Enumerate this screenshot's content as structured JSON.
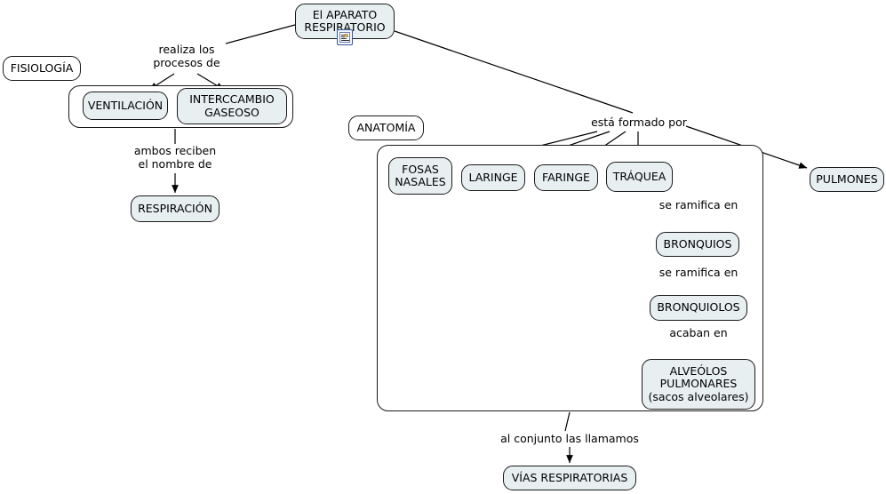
{
  "map": {
    "title": "El Aparato Respiratorio concept map",
    "background": "#ffffff",
    "node_fill": "#e7eff1",
    "plain_fill": "#ffffff",
    "stroke": "#1a1a1a"
  },
  "nodes": {
    "root": {
      "label": "El APARATO\nRESPIRATORIO"
    },
    "fisiologia": {
      "label": "FISIOLOGÍA"
    },
    "ventilacion": {
      "label": "VENTILACIÓN"
    },
    "intercambio": {
      "label": "INTERCCAMBIO\nGASEOSO"
    },
    "respiracion": {
      "label": "RESPIRACIÓN"
    },
    "anatomia": {
      "label": "ANATOMÍA"
    },
    "fosas_nasales": {
      "label": "FOSAS\nNASALES"
    },
    "laringe": {
      "label": "LARINGE"
    },
    "faringe": {
      "label": "FARINGE"
    },
    "traquea": {
      "label": "TRÁQUEA"
    },
    "pulmones": {
      "label": "PULMONES"
    },
    "bronquios": {
      "label": "BRONQUIOS"
    },
    "bronquiolos": {
      "label": "BRONQUIOLOS"
    },
    "alveolos": {
      "label": "ALVEÓLOS\nPULMONARES\n(sacos alveolares)"
    },
    "vias": {
      "label": "VÍAS RESPIRATORIAS"
    }
  },
  "link_labels": {
    "realiza": "realiza los\nprocesos de",
    "ambos": "ambos reciben\nel nombre de",
    "formado": "está formado por",
    "ramifica1": "se ramifica en",
    "ramifica2": "se ramifica en",
    "acaban": "acaban en",
    "conjunto": "al conjunto las llamamos"
  },
  "icons": {
    "root_resource": "document-resource-icon"
  }
}
